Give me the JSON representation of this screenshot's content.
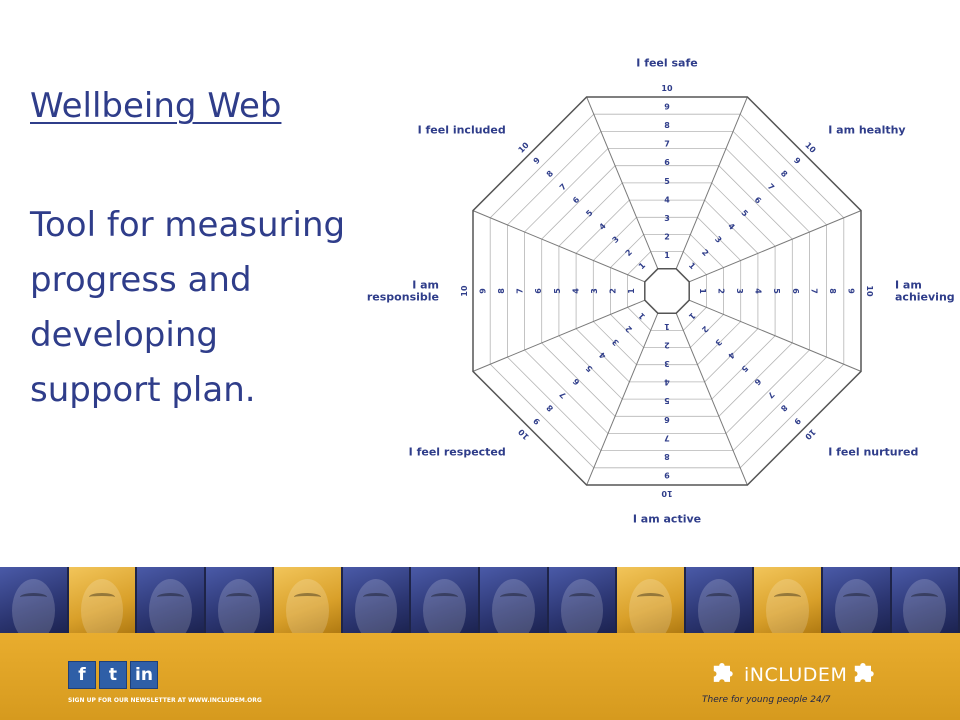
{
  "slide": {
    "title": "Wellbeing Web",
    "subtitle": "Tool for measuring progress and developing support plan."
  },
  "web": {
    "ring_labels": [
      "1",
      "2",
      "3",
      "4",
      "5",
      "6",
      "7",
      "8",
      "9",
      "10"
    ],
    "segments": [
      {
        "label": [
          "I feel safe"
        ]
      },
      {
        "label": [
          "I am healthy"
        ]
      },
      {
        "label": [
          "I am",
          "achieving"
        ]
      },
      {
        "label": [
          "I feel nurtured"
        ]
      },
      {
        "label": [
          "I am active"
        ]
      },
      {
        "label": [
          "I feel respected"
        ]
      },
      {
        "label": [
          "I am",
          "responsible"
        ]
      },
      {
        "label": [
          "I feel included"
        ]
      }
    ],
    "colors": {
      "lines": "#7a7a7a",
      "text": "#2f3d8a",
      "outline": "#555555"
    }
  },
  "photo_strip": {
    "tiles": [
      "blue",
      "gold",
      "blue",
      "blue",
      "gold",
      "blue",
      "blue",
      "blue",
      "blue",
      "gold",
      "blue",
      "gold",
      "blue",
      "blue"
    ]
  },
  "footer": {
    "social": {
      "facebook": "f",
      "twitter": "t",
      "linkedin": "in"
    },
    "newsletter": "SIGN UP FOR OUR NEWSLETTER AT WWW.INCLUDEM.ORG",
    "brand_name": "iNCLUDEM",
    "tagline": "There for young people 24/7",
    "colors": {
      "gold": "#e2a52a",
      "navy": "#2b3266",
      "social_blue": "#2f5fa7"
    }
  }
}
